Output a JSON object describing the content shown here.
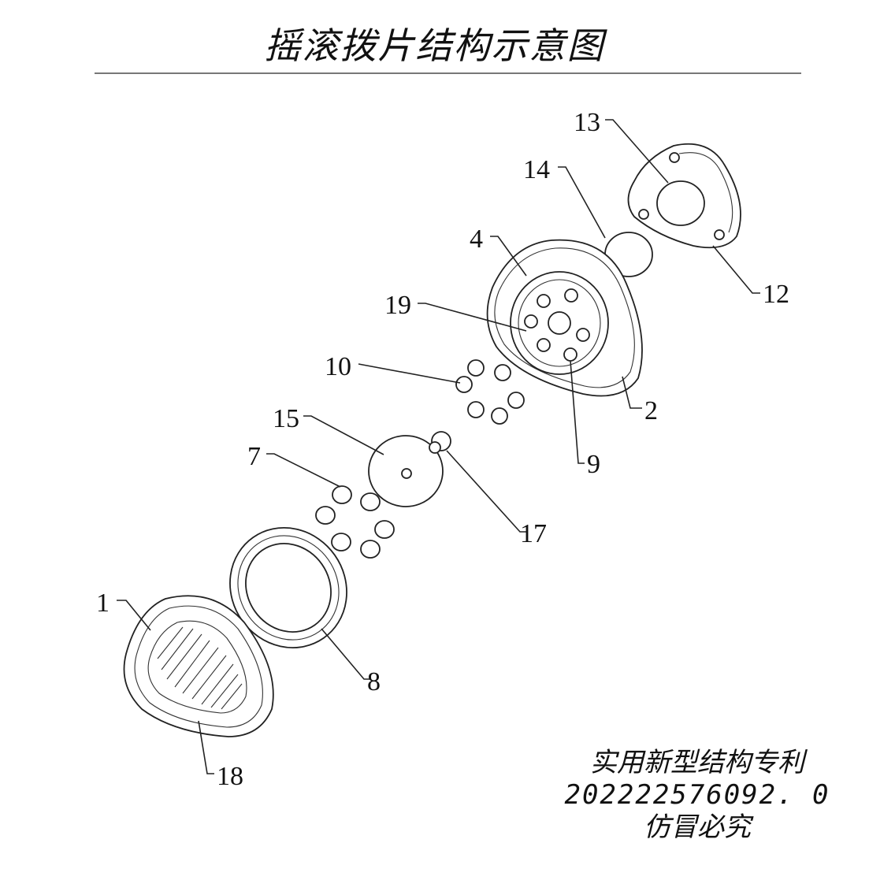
{
  "title": "摇滚拨片结构示意图",
  "labels": [
    "1",
    "2",
    "4",
    "7",
    "8",
    "9",
    "10",
    "12",
    "13",
    "14",
    "15",
    "17",
    "18",
    "19"
  ],
  "footer": {
    "line1": "实用新型结构专利",
    "line2": "202222576092. 0",
    "line3": "仿冒必究"
  }
}
